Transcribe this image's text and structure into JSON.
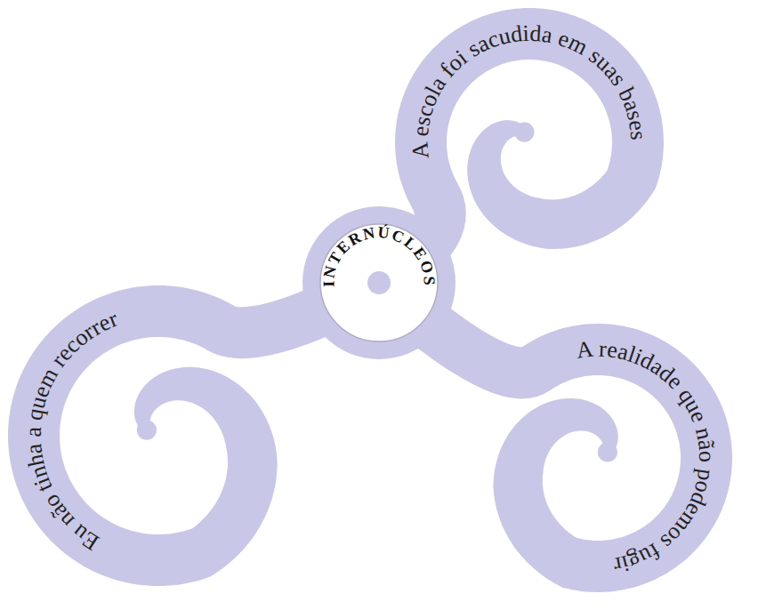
{
  "diagram": {
    "nodes": [
      {
        "text": [
          "A escola foi sacudida em suas bases"
        ]
      },
      {
        "text": [
          "INTERNÚCLEOS"
        ]
      },
      {
        "text": [
          "Eu não tinha a quem recorrer"
        ]
      },
      {
        "text": [
          "A realidade que não podemos fugir"
        ]
      }
    ]
  }
}
